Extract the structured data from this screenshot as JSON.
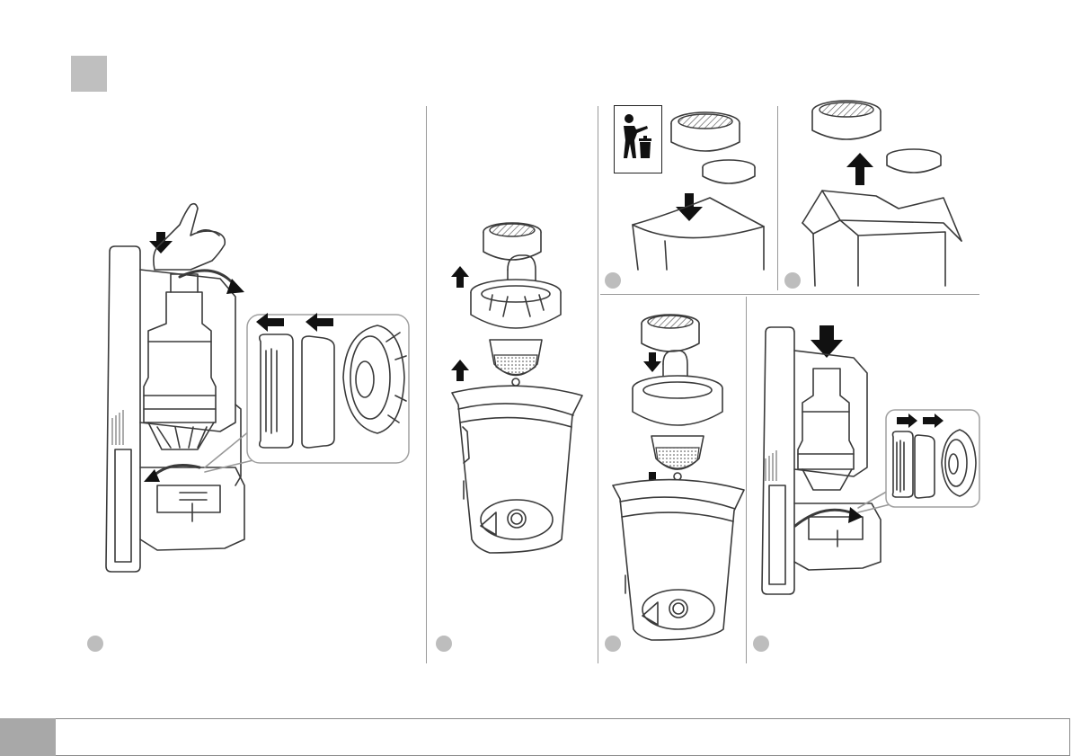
{
  "page": {
    "header_marker_color": "#bfbfbf",
    "footer_tab_color": "#a8a8a8",
    "line_color": "#3a3a3a",
    "arrow_color": "#111111"
  },
  "steps": [
    {
      "id": "step-1",
      "label": ""
    },
    {
      "id": "step-2",
      "label": ""
    },
    {
      "id": "step-3",
      "label": ""
    },
    {
      "id": "step-4",
      "label": ""
    },
    {
      "id": "step-5",
      "label": ""
    },
    {
      "id": "step-6",
      "label": ""
    }
  ],
  "icons": {
    "trash": "dispose-in-bin-icon",
    "arrow": "direction-arrow-icon",
    "hand": "finger-press-icon"
  },
  "footer": {
    "page_label": "",
    "text": ""
  }
}
